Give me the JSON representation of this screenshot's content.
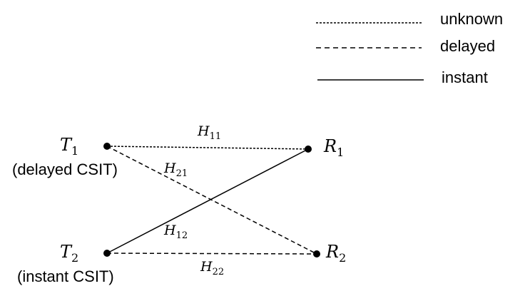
{
  "legend": {
    "unknown": "unknown",
    "delayed": "delayed",
    "instant": "instant"
  },
  "nodes": {
    "t1": {
      "symbol": "T",
      "index": "1",
      "caption": "(delayed CSIT)"
    },
    "t2": {
      "symbol": "T",
      "index": "2",
      "caption": "(instant CSIT)"
    },
    "r1": {
      "symbol": "R",
      "index": "1"
    },
    "r2": {
      "symbol": "R",
      "index": "2"
    }
  },
  "channels": {
    "h11": {
      "symbol": "H",
      "index": "11",
      "style": "dashed-fine"
    },
    "h21": {
      "symbol": "H",
      "index": "21",
      "style": "dashed"
    },
    "h12": {
      "symbol": "H",
      "index": "12",
      "style": "solid"
    },
    "h22": {
      "symbol": "H",
      "index": "22",
      "style": "dashed"
    }
  },
  "colors": {
    "ink": "#000000",
    "background": "#ffffff"
  }
}
